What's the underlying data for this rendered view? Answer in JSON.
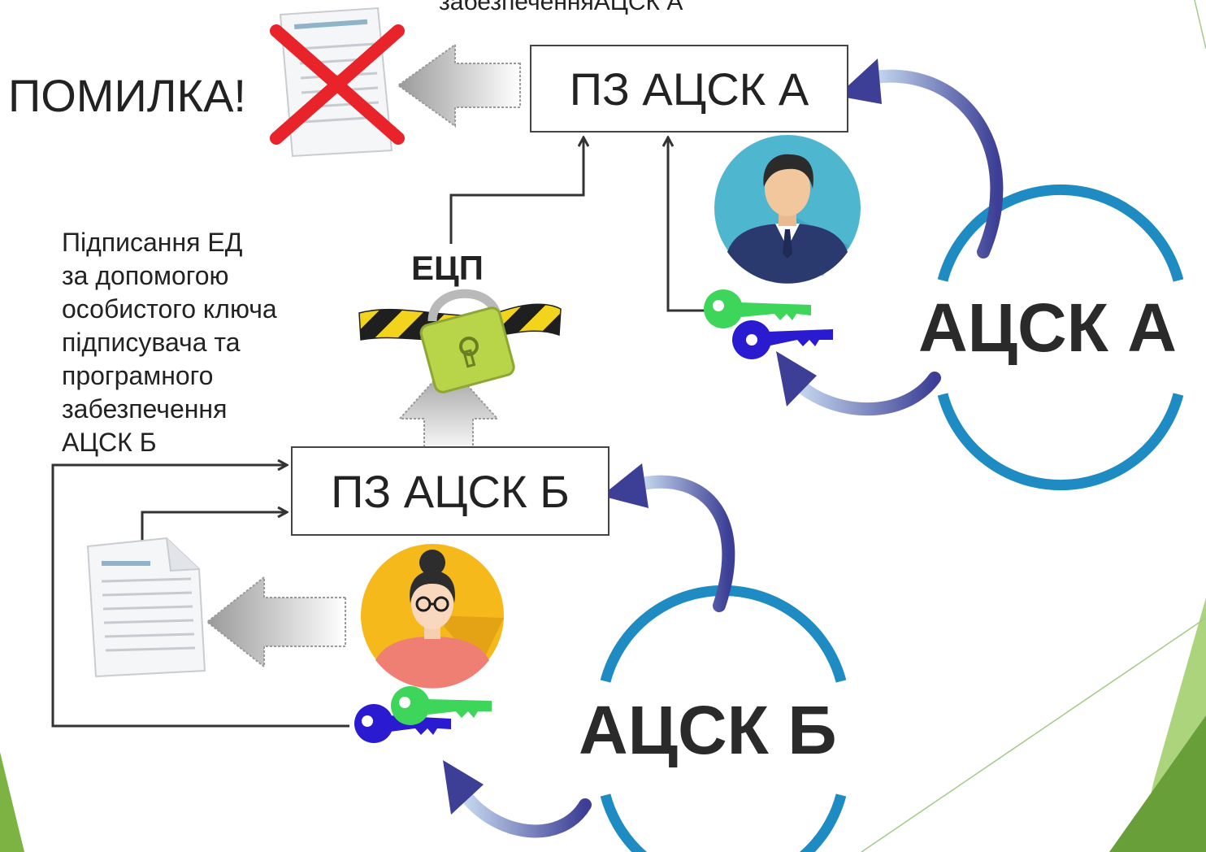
{
  "top_caption": "забезпеченняАЦСК А",
  "error_label": "ПОМИЛКА!",
  "ecp_label": "ЕЦП",
  "sign_caption_lines": [
    "Підписання ЕД",
    "за допомогою",
    "особистого ключа",
    "підписувача та",
    "програмного",
    "забезпечення",
    "АЦСК Б"
  ],
  "box_a_label": "ПЗ АЦСК А",
  "box_b_label": "ПЗ АЦСК Б",
  "org_a_label": "АЦСК А",
  "org_b_label": "АЦСК Б",
  "colors": {
    "connector_line": "#333333",
    "circle_blue": "#1e8bc3",
    "curve_arrow": "#4a4f9c",
    "error_cross": "#e8232a",
    "key_green": "#3dd65a",
    "key_blue": "#2a1bd0",
    "lock_green": "#b8d54a",
    "hazard_yellow": "#f2d41c",
    "corner_green": "#8bc34a"
  },
  "icons": [
    "document-icon",
    "cross-icon",
    "user-icon",
    "key-icon",
    "padlock-icon",
    "hollow-arrow-icon",
    "curved-arrow-icon"
  ]
}
